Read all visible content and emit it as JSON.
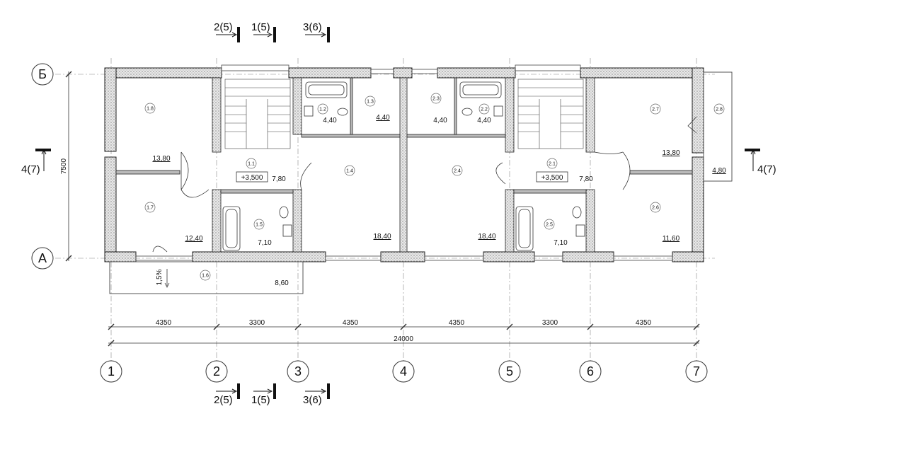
{
  "axes": {
    "vertical": [
      "1",
      "2",
      "3",
      "4",
      "5",
      "6",
      "7"
    ],
    "horizontal": [
      "Б",
      "А"
    ]
  },
  "dimensions": {
    "spans": [
      "4350",
      "3300",
      "4350",
      "4350",
      "3300",
      "4350"
    ],
    "total": "24000",
    "height": "7500"
  },
  "section_marks": {
    "top": [
      "2(5)",
      "1(5)",
      "3(6)"
    ],
    "bottom": [
      "2(5)",
      "1(5)",
      "3(6)"
    ],
    "left": "4(7)",
    "right": "4(7)"
  },
  "rooms": [
    {
      "num": "1.8",
      "area": "13,80"
    },
    {
      "num": "1.7",
      "area": "12,40"
    },
    {
      "num": "1.1",
      "area": "7,80"
    },
    {
      "num": "1.2",
      "area": "4,40"
    },
    {
      "num": "1.3",
      "area": "4,40"
    },
    {
      "num": "1.4",
      "area": "18,40"
    },
    {
      "num": "1.5",
      "area": "7,10"
    },
    {
      "num": "1.6",
      "area": "8,60"
    },
    {
      "num": "2.3",
      "area": "4,40"
    },
    {
      "num": "2.2",
      "area": "4,40"
    },
    {
      "num": "2.4",
      "area": "18,40"
    },
    {
      "num": "2.1",
      "area": "7,80"
    },
    {
      "num": "2.5",
      "area": "7,10"
    },
    {
      "num": "2.7",
      "area": "13,80"
    },
    {
      "num": "2.6",
      "area": "11,60"
    },
    {
      "num": "2.8",
      "area": "4,80"
    }
  ],
  "level_marks": [
    "+3,500",
    "+3,500"
  ],
  "slope": "1,5%"
}
